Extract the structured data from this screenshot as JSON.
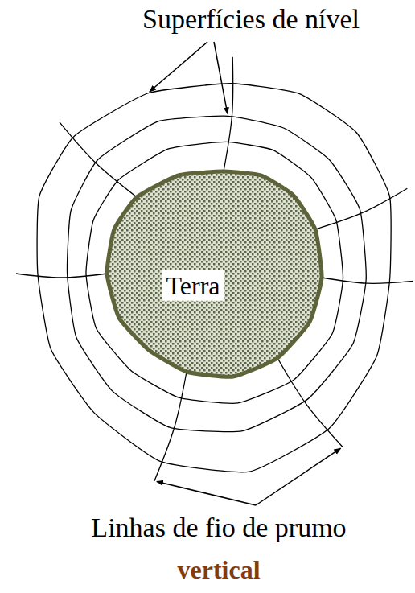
{
  "diagram": {
    "nodes": [
      {
        "text": [
          "Terra"
        ]
      }
    ],
    "labels": [
      "Superfícies de nível",
      "Linhas de fio de prumo",
      "vertical"
    ]
  }
}
